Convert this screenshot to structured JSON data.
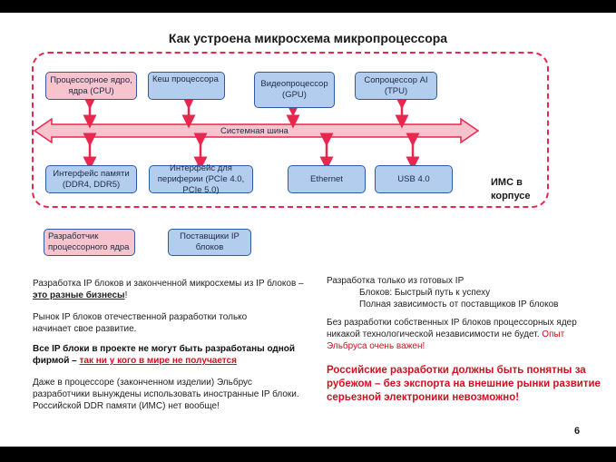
{
  "title": "Как устроена микросхема микропроцессора",
  "colors": {
    "accent_red": "#e8264e",
    "box_pink": "#f7c3cd",
    "box_blue": "#b3cdee",
    "border_blue": "#2f59a0",
    "text_red": "#d01020"
  },
  "diagram": {
    "top_blocks": [
      "Процессорное ядро, ядра (CPU)",
      "Кеш процессора",
      "Видеопроцессор (GPU)",
      "Сопроцессор AI (TPU)"
    ],
    "bus_label": "Системная шина",
    "bottom_blocks": [
      "Интерфейс памяти (DDR4, DDR5)",
      "Интерфейс для периферии (PCIe 4.0, PCIe 5.0)",
      "Ethernet",
      "USB 4.0"
    ],
    "frame_label": "ИМС в корпусе",
    "outside_blocks": [
      "Разработчик процессорного ядра",
      "Поставщики IP блоков"
    ]
  },
  "left": {
    "p1": "Разработка IP блоков и законченной микросхемы из IP блоков – ",
    "p1_emph": "это разные бизнесы",
    "p1_end": "!",
    "p2": "Рынок IP блоков отечественной разработки только начинает свое развитие.",
    "p3": "Все IP блоки в проекте не могут быть разработаны одной фирмой – ",
    "p3_emph": "так ни у кого в мире не получается",
    "p4": "Даже в процессоре (законченном изделии) Эльбрус разработчики вынуждены использовать иностранные IP блоки. Российской DDR памяти (ИМС) нет вообще!"
  },
  "right": {
    "p1": "Разработка только из готовых IP",
    "p1_a": "Блоков: Быстрый путь к успеху",
    "p1_b": "Полная зависимость от поставщиков IP блоков",
    "p2": "Без разработки собственных IP блоков процессорных ядер никакой технологической независимости не будет.",
    "p2_red": "Опыт Эльбруса очень важен!",
    "p3": "Российские разработки должны быть понятны за рубежом – без экспорта на внешние рынки развитие серьезной электроники невозможно!"
  },
  "page_number": "6"
}
